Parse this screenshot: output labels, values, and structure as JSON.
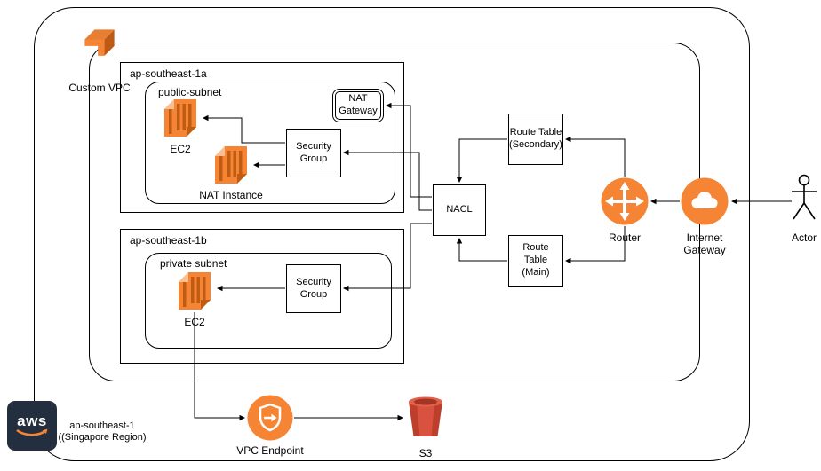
{
  "region": {
    "label": "ap-southeast-1 ((Singapore Region)",
    "logo_text": "aws"
  },
  "vpc": {
    "label": "Custom VPC"
  },
  "zones": {
    "az_a": {
      "label": "ap-southeast-1a"
    },
    "az_b": {
      "label": "ap-southeast-1b"
    }
  },
  "subnets": {
    "public": {
      "label": "public-subnet"
    },
    "private": {
      "label": "private subnet"
    }
  },
  "nodes": {
    "ec2_public": {
      "label": "EC2"
    },
    "nat_instance": {
      "label": "NAT Instance"
    },
    "security_group_public": {
      "label": "Security Group"
    },
    "nat_gateway": {
      "label": "NAT Gateway"
    },
    "ec2_private": {
      "label": "EC2"
    },
    "security_group_private": {
      "label": "Security Group"
    },
    "nacl": {
      "label": "NACL"
    },
    "route_table_secondary": {
      "label": "Route Table (Secondary)"
    },
    "route_table_main": {
      "label": "Route Table (Main)"
    },
    "router": {
      "label": "Router"
    },
    "internet_gateway": {
      "label": "Internet Gateway"
    },
    "actor": {
      "label": "Actor"
    },
    "vpc_endpoint": {
      "label": "VPC Endpoint"
    },
    "s3": {
      "label": "S3"
    }
  },
  "edges": [
    {
      "from": "actor",
      "to": "internet_gateway"
    },
    {
      "from": "internet_gateway",
      "to": "router"
    },
    {
      "from": "router",
      "to": "route_table_secondary"
    },
    {
      "from": "router",
      "to": "route_table_main"
    },
    {
      "from": "route_table_secondary",
      "to": "nacl"
    },
    {
      "from": "route_table_main",
      "to": "nacl"
    },
    {
      "from": "nacl",
      "to": "nat_gateway"
    },
    {
      "from": "nacl",
      "to": "security_group_public"
    },
    {
      "from": "nacl",
      "to": "security_group_private"
    },
    {
      "from": "security_group_public",
      "to": "ec2_public"
    },
    {
      "from": "security_group_public",
      "to": "nat_instance"
    },
    {
      "from": "security_group_private",
      "to": "ec2_private"
    },
    {
      "from": "ec2_private",
      "to": "vpc_endpoint"
    },
    {
      "from": "vpc_endpoint",
      "to": "s3"
    }
  ],
  "icons": {
    "custom_vpc": "vpc-3d-shape",
    "ec2": "orange-instance-stack",
    "router": "orange-circle-cross-arrows",
    "internet_gateway": "orange-circle-cloud",
    "vpc_endpoint": "orange-circle-shield-arrow",
    "s3": "red-bucket",
    "actor": "stick-figure",
    "aws_logo": "aws-smile-logo"
  },
  "colors": {
    "aws_orange": "#F58534",
    "aws_orange_dark": "#C05B12",
    "s3_red": "#BE3E2C",
    "aws_navy": "#232F3E",
    "line": "#000000"
  }
}
